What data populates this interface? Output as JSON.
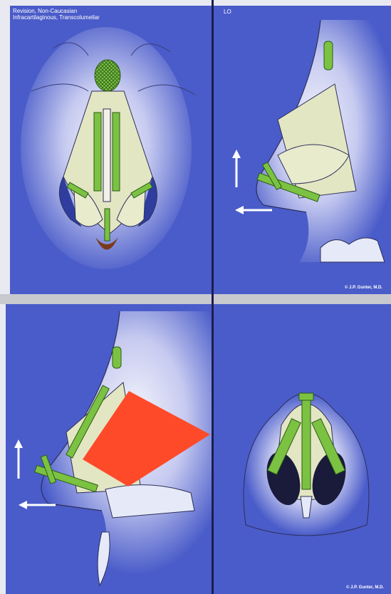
{
  "panels": {
    "top_left": {
      "caption_line1": "Revision, Non-Caucasian",
      "caption_line2": "Infracartilaginous, Transcolumellar"
    },
    "top_right": {
      "label": "LO",
      "credit": "© J.P. Gunter, M.D."
    },
    "bottom_right": {
      "credit": "© J.P. Gunter, M.D."
    }
  },
  "colors": {
    "background_blue": "#4a5cc9",
    "graft_green": "#7bc242",
    "cartilage_cream": "#e3e6c2",
    "occlusion_red": "#ff4a2a",
    "arrow_white": "#ffffff"
  },
  "icons": [
    "up-arrow-icon",
    "left-arrow-icon"
  ]
}
